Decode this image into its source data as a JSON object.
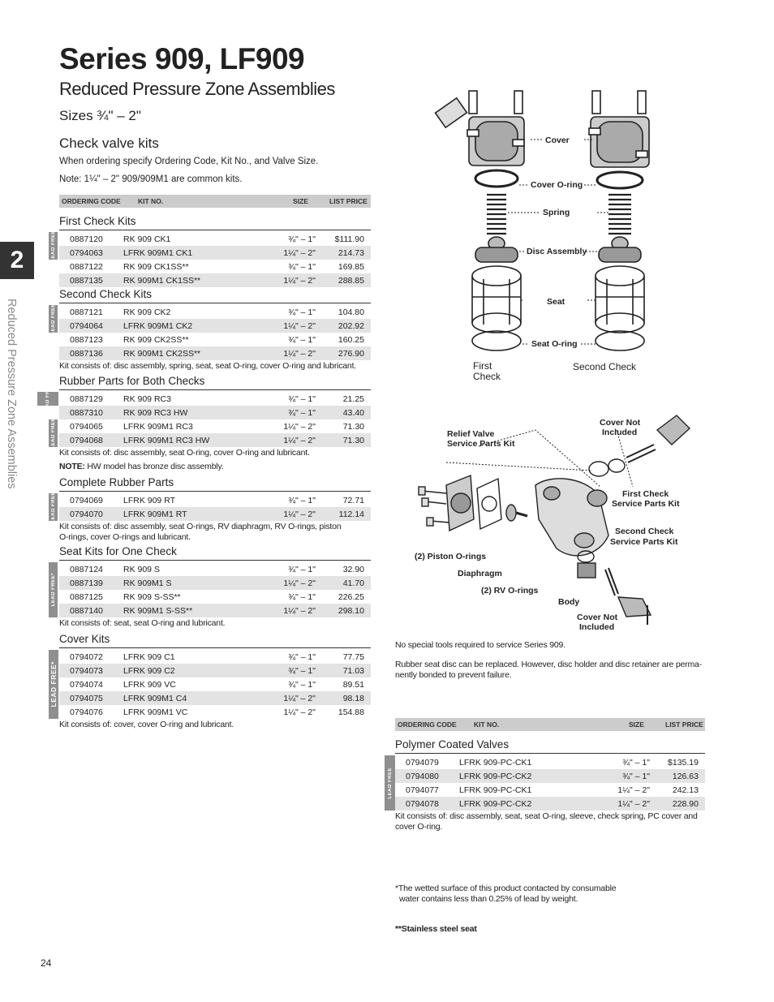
{
  "title": "Series 909, LF909",
  "subtitle": "Reduced Pressure Zone Assemblies",
  "sizes": "Sizes ¾\" – 2\"",
  "section_heading": "Check valve kits",
  "intro_line1": "When ordering specify Ordering Code, Kit No., and Valve Size.",
  "intro_line2": "Note: 1¼\" – 2\" 909/909M1 are common kits.",
  "columns": {
    "code": "ORDERING CODE",
    "kit": "KIT NO.",
    "size": "SIZE",
    "price": "LIST PRICE"
  },
  "lead_free_label": "LEAD FREE",
  "lead_free_star": "LEAD FREE*",
  "groups": {
    "first_check": {
      "title": "First Check Kits",
      "rows": [
        [
          "0887120",
          "RK 909 CK1",
          "¾\" – 1\"",
          "$111.90"
        ],
        [
          "0794063",
          "LFRK 909M1 CK1",
          "1¼\" – 2\"",
          "214.73"
        ],
        [
          "0887122",
          "RK 909 CK1SS**",
          "¾\" – 1\"",
          "169.85"
        ],
        [
          "0887135",
          "RK 909M1 CK1SS**",
          "1¼\" – 2\"",
          "288.85"
        ]
      ]
    },
    "second_check": {
      "title": "Second Check Kits",
      "rows": [
        [
          "0887121",
          "RK 909 CK2",
          "¾\" – 1\"",
          "104.80"
        ],
        [
          "0794064",
          "LFRK 909M1 CK2",
          "1¼\" – 2\"",
          "202.92"
        ],
        [
          "0887123",
          "RK 909 CK2SS**",
          "¾\" – 1\"",
          "160.25"
        ],
        [
          "0887136",
          "RK 909M1 CK2SS**",
          "1¼\" – 2\"",
          "276.90"
        ]
      ],
      "note": "Kit consists of: disc assembly, spring, seat, seat O-ring, cover O-ring and lubricant."
    },
    "rubber_both": {
      "title": "Rubber Parts for Both Checks",
      "rows": [
        [
          "0887129",
          "RK 909 RC3",
          "¾\" – 1\"",
          "21.25"
        ],
        [
          "0887310",
          "RK 909 RC3 HW",
          "¾\" – 1\"",
          "43.40"
        ],
        [
          "0794065",
          "LFRK 909M1 RC3",
          "1¼\" – 2\"",
          "71.30"
        ],
        [
          "0794068",
          "LFRK 909M1 RC3 HW",
          "1¼\" – 2\"",
          "71.30"
        ]
      ],
      "note": "Kit consists of: disc assembly, seat O-ring, cover O-ring and lubricant.",
      "note2_bold": "NOTE:",
      "note2": " HW model has bronze disc assembly."
    },
    "complete_rubber": {
      "title": "Complete Rubber Parts",
      "rows": [
        [
          "0794069",
          "LFRK 909 RT",
          "¾\" – 1\"",
          "72.71"
        ],
        [
          "0794070",
          "LFRK 909M1 RT",
          "1¼\" – 2\"",
          "112.14"
        ]
      ],
      "note": "Kit consists of: disc assembly, seat O-rings, RV diaphragm, RV O-rings, piston",
      "note_b": "O-rings, cover O-rings and lubricant."
    },
    "seat_kits": {
      "title": "Seat Kits for One Check",
      "rows": [
        [
          "0887124",
          "RK 909 S",
          "¾\" – 1\"",
          "32.90"
        ],
        [
          "0887139",
          "RK 909M1 S",
          "1¼\" – 2\"",
          "41.70"
        ],
        [
          "0887125",
          "RK 909 S-SS**",
          "¾\" – 1\"",
          "226.25"
        ],
        [
          "0887140",
          "RK 909M1 S-SS**",
          "1¼\" – 2\"",
          "298.10"
        ]
      ],
      "note": "Kit consists of: seat, seat O-ring and lubricant."
    },
    "cover_kits": {
      "title": "Cover Kits",
      "rows": [
        [
          "0794072",
          "LFRK 909 C1",
          "¾\" – 1\"",
          "77.75"
        ],
        [
          "0794073",
          "LFRK 909 C2",
          "¾\" – 1\"",
          "71.03"
        ],
        [
          "0794074",
          "LFRK 909 VC",
          "¾\" – 1\"",
          "89.51"
        ],
        [
          "0794075",
          "LFRK 909M1 C4",
          "1¼\" – 2\"",
          "98.18"
        ],
        [
          "0794076",
          "LFRK 909M1 VC",
          "1¼\" – 2\"",
          "154.88"
        ]
      ],
      "note": "Kit consists of: cover, cover O-ring and lubricant."
    },
    "polymer": {
      "title": "Polymer Coated Valves",
      "rows": [
        [
          "0794079",
          "LFRK 909-PC-CK1",
          "¾\" – 1\"",
          "$135.19"
        ],
        [
          "0794080",
          "LFRK 909-PC-CK2",
          "¾\" – 1\"",
          "126.63"
        ],
        [
          "0794077",
          "LFRK 909-PC-CK1",
          "1¼\" – 2\"",
          "242.13"
        ],
        [
          "0794078",
          "LFRK 909-PC-CK2",
          "1¼\" – 2\"",
          "228.90"
        ]
      ],
      "note": "Kit consists of: disc assembly, seat, seat O-ring, sleeve, check spring, PC cover and",
      "note_b": "cover O-ring."
    }
  },
  "diagram1": {
    "labels": {
      "cover": "Cover",
      "cover_oring": "Cover O-ring",
      "spring": "Spring",
      "disc": "Disc Assembly",
      "seat": "Seat",
      "seat_oring": "Seat O-ring",
      "first_check_a": "First",
      "first_check_b": "Check",
      "second_check": "Second Check"
    }
  },
  "diagram2": {
    "labels": {
      "relief_a": "Relief Valve",
      "relief_b": "Service Parts Kit",
      "cover_not_a": "Cover Not",
      "cover_not_b": "Included",
      "first_kit_a": "First Check",
      "first_kit_b": "Service Parts Kit",
      "second_kit_a": "Second Check",
      "second_kit_b": "Service Parts Kit",
      "piston": "(2) Piston O-rings",
      "diaphragm": "Diaphragm",
      "rv": "(2) RV O-rings",
      "body": "Body",
      "cover_not2_a": "Cover Not",
      "cover_not2_b": "Included"
    }
  },
  "right_text": {
    "p1": "No special tools required to service Series 909.",
    "p2a": "Rubber seat disc can be replaced. However, disc holder and disc retainer are perma-",
    "p2b": "nently bonded to prevent failure.",
    "foot1a": "*The wetted surface of this product contacted by consumable",
    "foot1b": "water contains less than 0.25% of lead by weight.",
    "foot2": "**Stainless steel seat"
  },
  "tab_number": "2",
  "sidebar_text": "Reduced Pressure Zone Assemblies",
  "page_number": "24"
}
